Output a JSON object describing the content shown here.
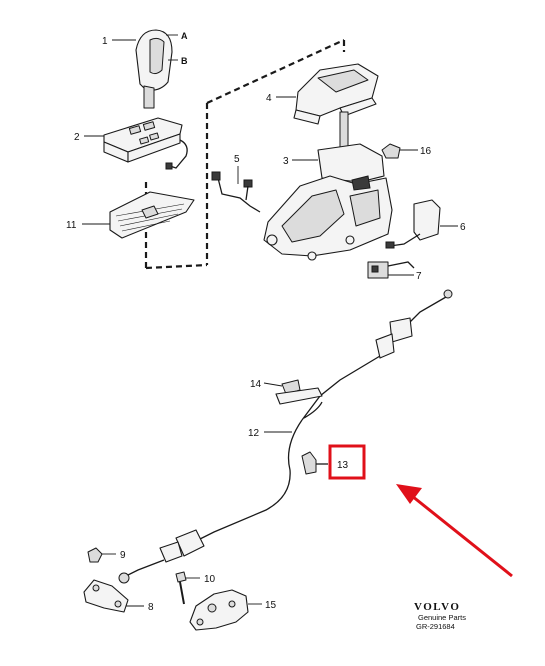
{
  "callouts": {
    "c1": "1",
    "cA": "A",
    "cB": "B",
    "c2": "2",
    "c3": "3",
    "c4": "4",
    "c5": "5",
    "c6": "6",
    "c7": "7",
    "c8": "8",
    "c9": "9",
    "c10": "10",
    "c11": "11",
    "c12": "12",
    "c13": "13",
    "c14": "14",
    "c15": "15",
    "c16": "16"
  },
  "brand": {
    "name": "VOLVO",
    "subtitle": "Genuine Parts",
    "code": "GR-291684"
  },
  "colors": {
    "highlight": "#e0101a",
    "line": "#1a1a1a",
    "background": "#ffffff"
  }
}
